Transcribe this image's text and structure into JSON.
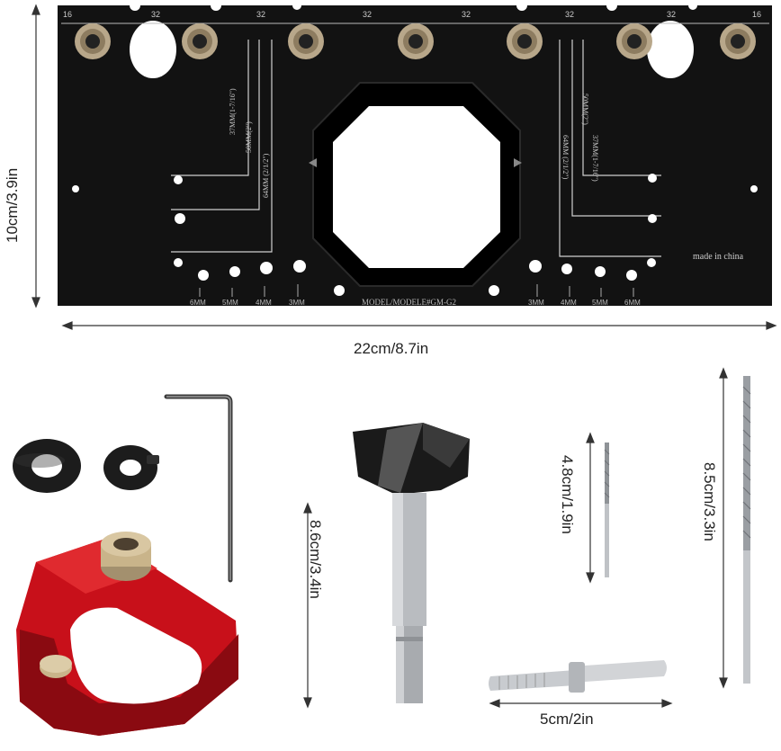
{
  "template": {
    "top_scale": [
      "16",
      "32",
      "32",
      "32",
      "32",
      "32",
      "32",
      "16"
    ],
    "left_depth_labels": [
      "37MM(1-7/16\")",
      "50MM(2\")",
      "64MM (2/1/2\")"
    ],
    "right_depth_labels": [
      "37MM(1-7/16\")",
      "50MM(2\")",
      "64MM (2/1/2\")"
    ],
    "left_drill_labels": [
      "6MM",
      "5MM",
      "4MM",
      "3MM"
    ],
    "right_drill_labels": [
      "3MM",
      "4MM",
      "5MM",
      "6MM"
    ],
    "model": "MODEL/MODELE#GM-G2",
    "origin": "made in china"
  },
  "dimensions": {
    "template_height": "10cm/3.9in",
    "template_width": "22cm/8.7in",
    "forstner_bit": "8.6cm/3.4in",
    "small_drill": "4.8cm/1.9in",
    "long_drill": "8.5cm/3.3in",
    "dowel_pin": "5cm/2in"
  },
  "colors": {
    "template": "#111111",
    "guide": "#c8101a",
    "bushing": "#c9b48a",
    "steel": "#b9bcc0"
  }
}
